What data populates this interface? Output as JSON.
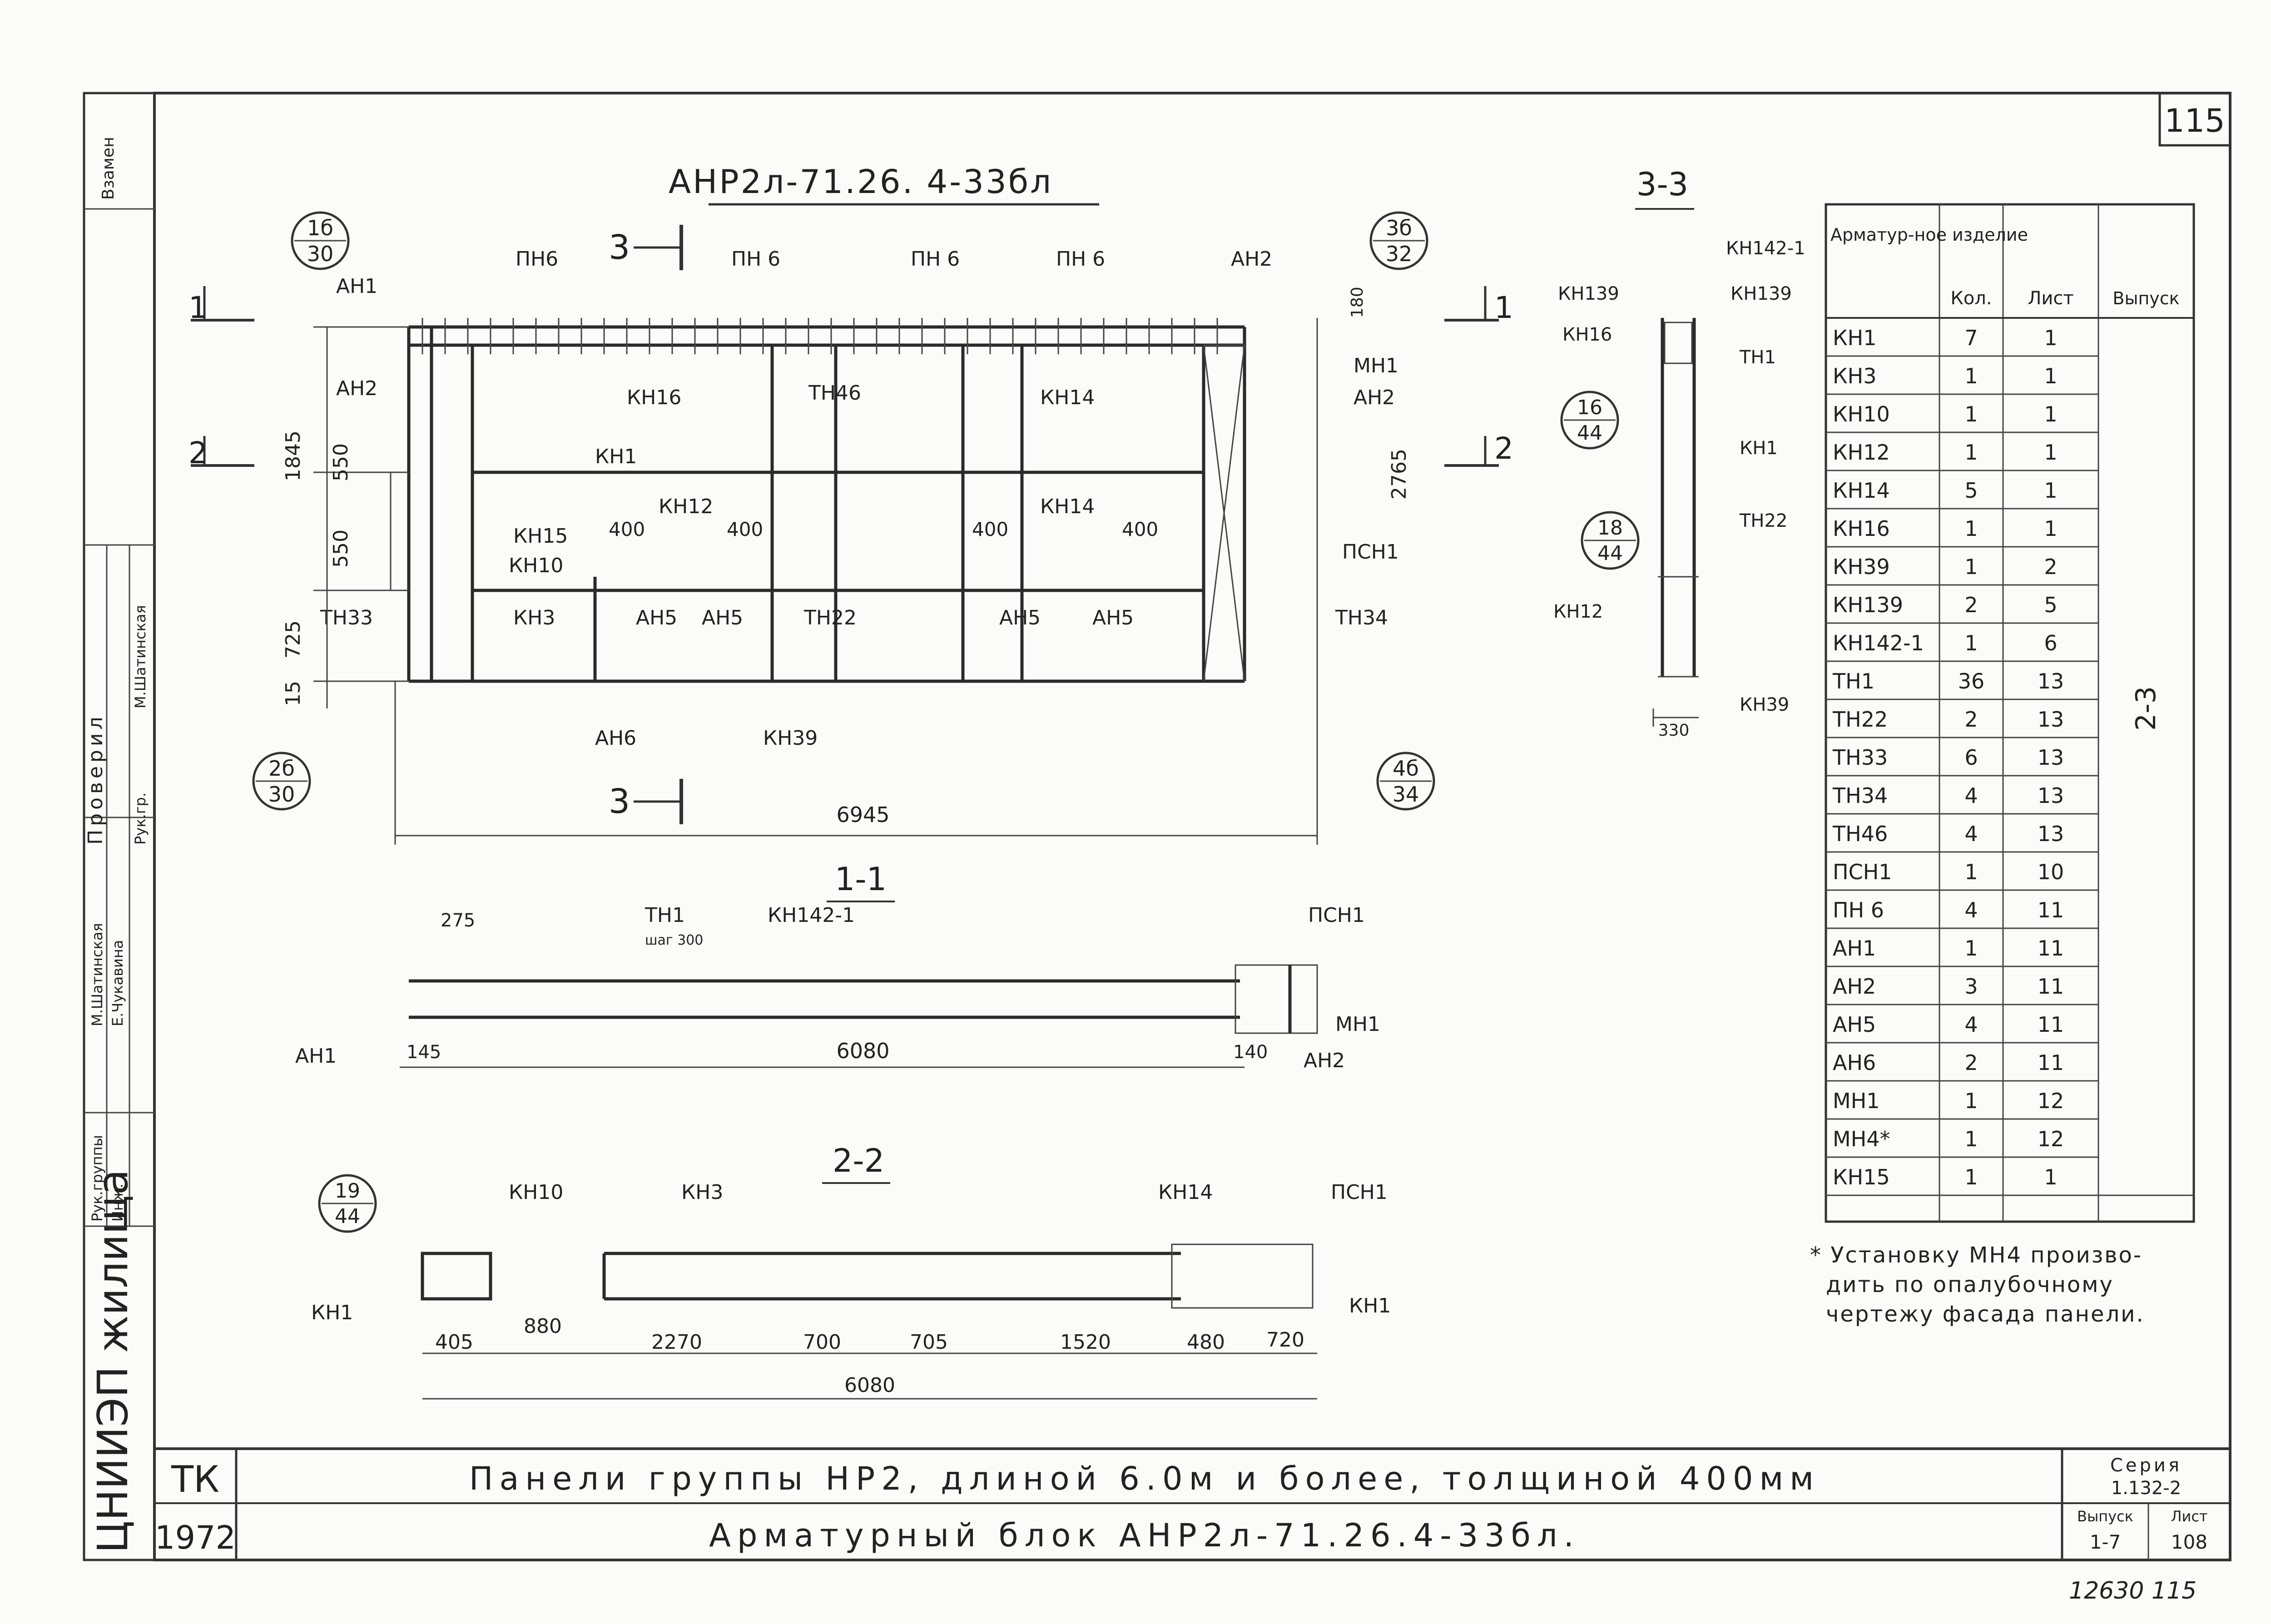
{
  "sheet": {
    "number": "115",
    "main_title": "АНР2л-71.26. 4-33бл",
    "stamp_text": "12630 115"
  },
  "sections": {
    "s11": "1-1",
    "s22": "2-2",
    "s33": "3-3"
  },
  "elevation": {
    "marks": [
      "1",
      "2",
      "3"
    ],
    "bubbles": [
      {
        "top": "1б",
        "bottom": "30"
      },
      {
        "top": "3б",
        "bottom": "32"
      },
      {
        "top": "2б",
        "bottom": "30"
      },
      {
        "top": "4б",
        "bottom": "34"
      }
    ],
    "labels": [
      "ПН6",
      "ПН 6",
      "ПН 6",
      "ПН 6",
      "АН2",
      "АН1",
      "АН2",
      "КН16",
      "ТН46",
      "КН14",
      "МН1",
      "АН2",
      "КН1",
      "КН12",
      "КН14",
      "КН15",
      "КН10",
      "КН3",
      "АН5",
      "АН5",
      "ТН22",
      "АН5",
      "АН5",
      "ТН33",
      "ПСН1",
      "ТН34",
      "АН6",
      "КН39"
    ],
    "dims": [
      "1845",
      "550",
      "550",
      "725",
      "15",
      "2765",
      "180",
      "400",
      "400",
      "400",
      "400",
      "6945"
    ]
  },
  "section33": {
    "labels": [
      "КН142-1",
      "КН139",
      "КН139",
      "КН16",
      "ТН1",
      "КН1",
      "ТН22",
      "КН12",
      "КН39"
    ],
    "bubbles": [
      {
        "top": "16",
        "bottom": "44"
      },
      {
        "top": "18",
        "bottom": "44"
      }
    ],
    "dim": "330"
  },
  "section11": {
    "labels": [
      "ТН1",
      "шаг 300",
      "КН142-1",
      "ПСН1",
      "МН1",
      "АН1",
      "АН2"
    ],
    "dims": [
      "275",
      "145",
      "6080",
      "140"
    ]
  },
  "section22": {
    "bubble": {
      "top": "19",
      "bottom": "44"
    },
    "labels": [
      "КН10",
      "КН3",
      "КН14",
      "ПСН1",
      "КН1",
      "КН1"
    ],
    "dims": [
      "405",
      "880",
      "2270",
      "700",
      "705",
      "1520",
      "480",
      "720",
      "6080"
    ]
  },
  "spec_table": {
    "headers": [
      "Арматур-ное изделие",
      "Кол.",
      "Лист",
      "Выпуск"
    ],
    "rows": [
      [
        "КН1",
        "7",
        "1"
      ],
      [
        "КН3",
        "1",
        "1"
      ],
      [
        "КН10",
        "1",
        "1"
      ],
      [
        "КН12",
        "1",
        "1"
      ],
      [
        "КН14",
        "5",
        "1"
      ],
      [
        "КН16",
        "1",
        "1"
      ],
      [
        "КН39",
        "1",
        "2"
      ],
      [
        "КН139",
        "2",
        "5"
      ],
      [
        "КН142-1",
        "1",
        "6"
      ],
      [
        "ТН1",
        "36",
        "13"
      ],
      [
        "ТН22",
        "2",
        "13"
      ],
      [
        "ТН33",
        "6",
        "13"
      ],
      [
        "ТН34",
        "4",
        "13"
      ],
      [
        "ТН46",
        "4",
        "13"
      ],
      [
        "ПСН1",
        "1",
        "10"
      ],
      [
        "ПН 6",
        "4",
        "11"
      ],
      [
        "АН1",
        "1",
        "11"
      ],
      [
        "АН2",
        "3",
        "11"
      ],
      [
        "АН5",
        "4",
        "11"
      ],
      [
        "АН6",
        "2",
        "11"
      ],
      [
        "МН1",
        "1",
        "12"
      ],
      [
        "МН4*",
        "1",
        "12"
      ],
      [
        "КН15",
        "1",
        "1"
      ]
    ],
    "vypusk": "2-3"
  },
  "footnote": {
    "line1": "* Установку МН4 произво-",
    "line2": "дить по опалубочному",
    "line3": "чертежу фасада панели."
  },
  "left_strip": {
    "org": "ЦНИИЭП жилища",
    "role1": "Рук.группы",
    "role2": "Инж.",
    "name1": "М.Шатинская",
    "name2": "Е.Чукавина",
    "checked": "Проверил",
    "role3": "Рук.гр.",
    "name3": "М.Шатинская",
    "top": "Взамен"
  },
  "title_block": {
    "tk": "ТК",
    "year": "1972",
    "line1": "Панели группы НР2, длиной 6.0м и более, толщиной 400мм",
    "line2": "Арматурный блок АНР2л-71.26.4-33бл.",
    "series_label": "Серия",
    "series": "1.132-2",
    "vypusk_label": "Выпуск",
    "vypusk": "1-7",
    "list_label": "Лист",
    "list": "108"
  }
}
